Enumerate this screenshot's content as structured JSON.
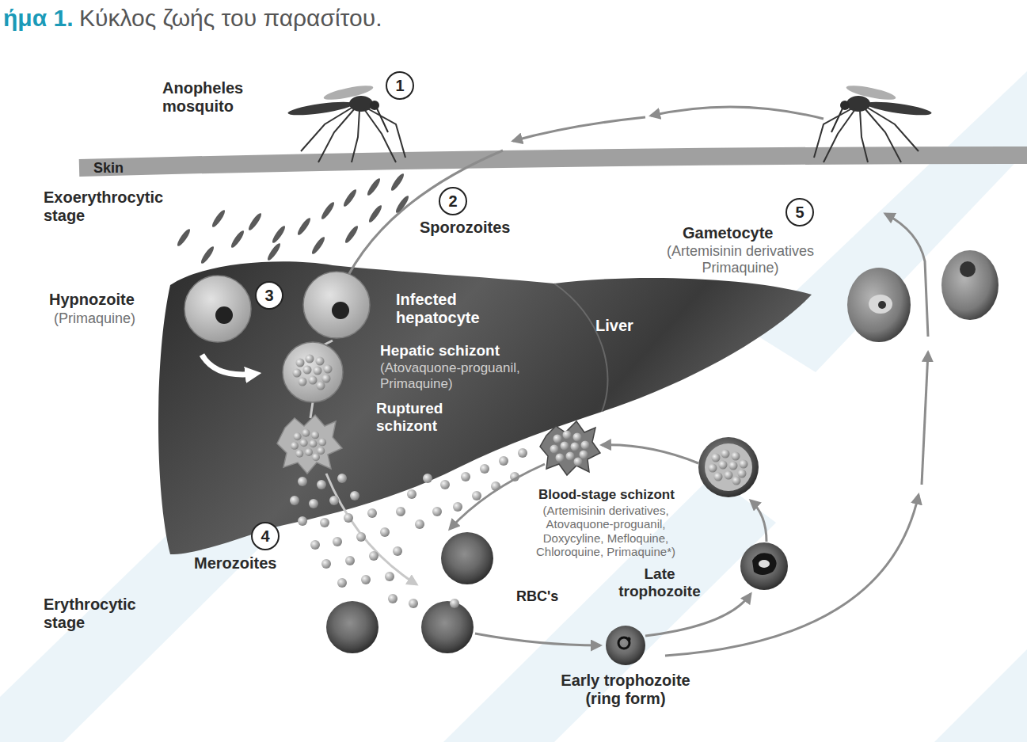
{
  "diagram": {
    "title": "Κύκλος ζωής του παρασίτου.",
    "nodes": [
      {
        "text": [
          "1"
        ]
      },
      {
        "text": [
          "2"
        ]
      },
      {
        "text": [
          "3"
        ]
      },
      {
        "text": [
          "4"
        ]
      },
      {
        "text": [
          "5"
        ]
      }
    ],
    "labels": [
      "ήμα 1.",
      "Anopheles mosquito",
      "Skin",
      "Exoerythrocytic stage",
      "Sporozoites",
      "Gametocyte",
      "(Artemisinin derivatives Primaquine)",
      "Hypnozoite",
      "(Primaquine)",
      "Infected hepatocyte",
      "Liver",
      "Hepatic schizont",
      "(Atovaquone-proguanil, Primaquine)",
      "Ruptured schizont",
      "Merozoites",
      "Blood-stage schizont",
      "(Artemisinin derivatives, Atovaquone-proguanil, Doxycyline, Mefloquine, Chloroquine, Primaquine*)",
      "Late trophozoite",
      "RBC's",
      "Erythrocytic stage",
      "Early trophozoite (ring form)"
    ]
  }
}
